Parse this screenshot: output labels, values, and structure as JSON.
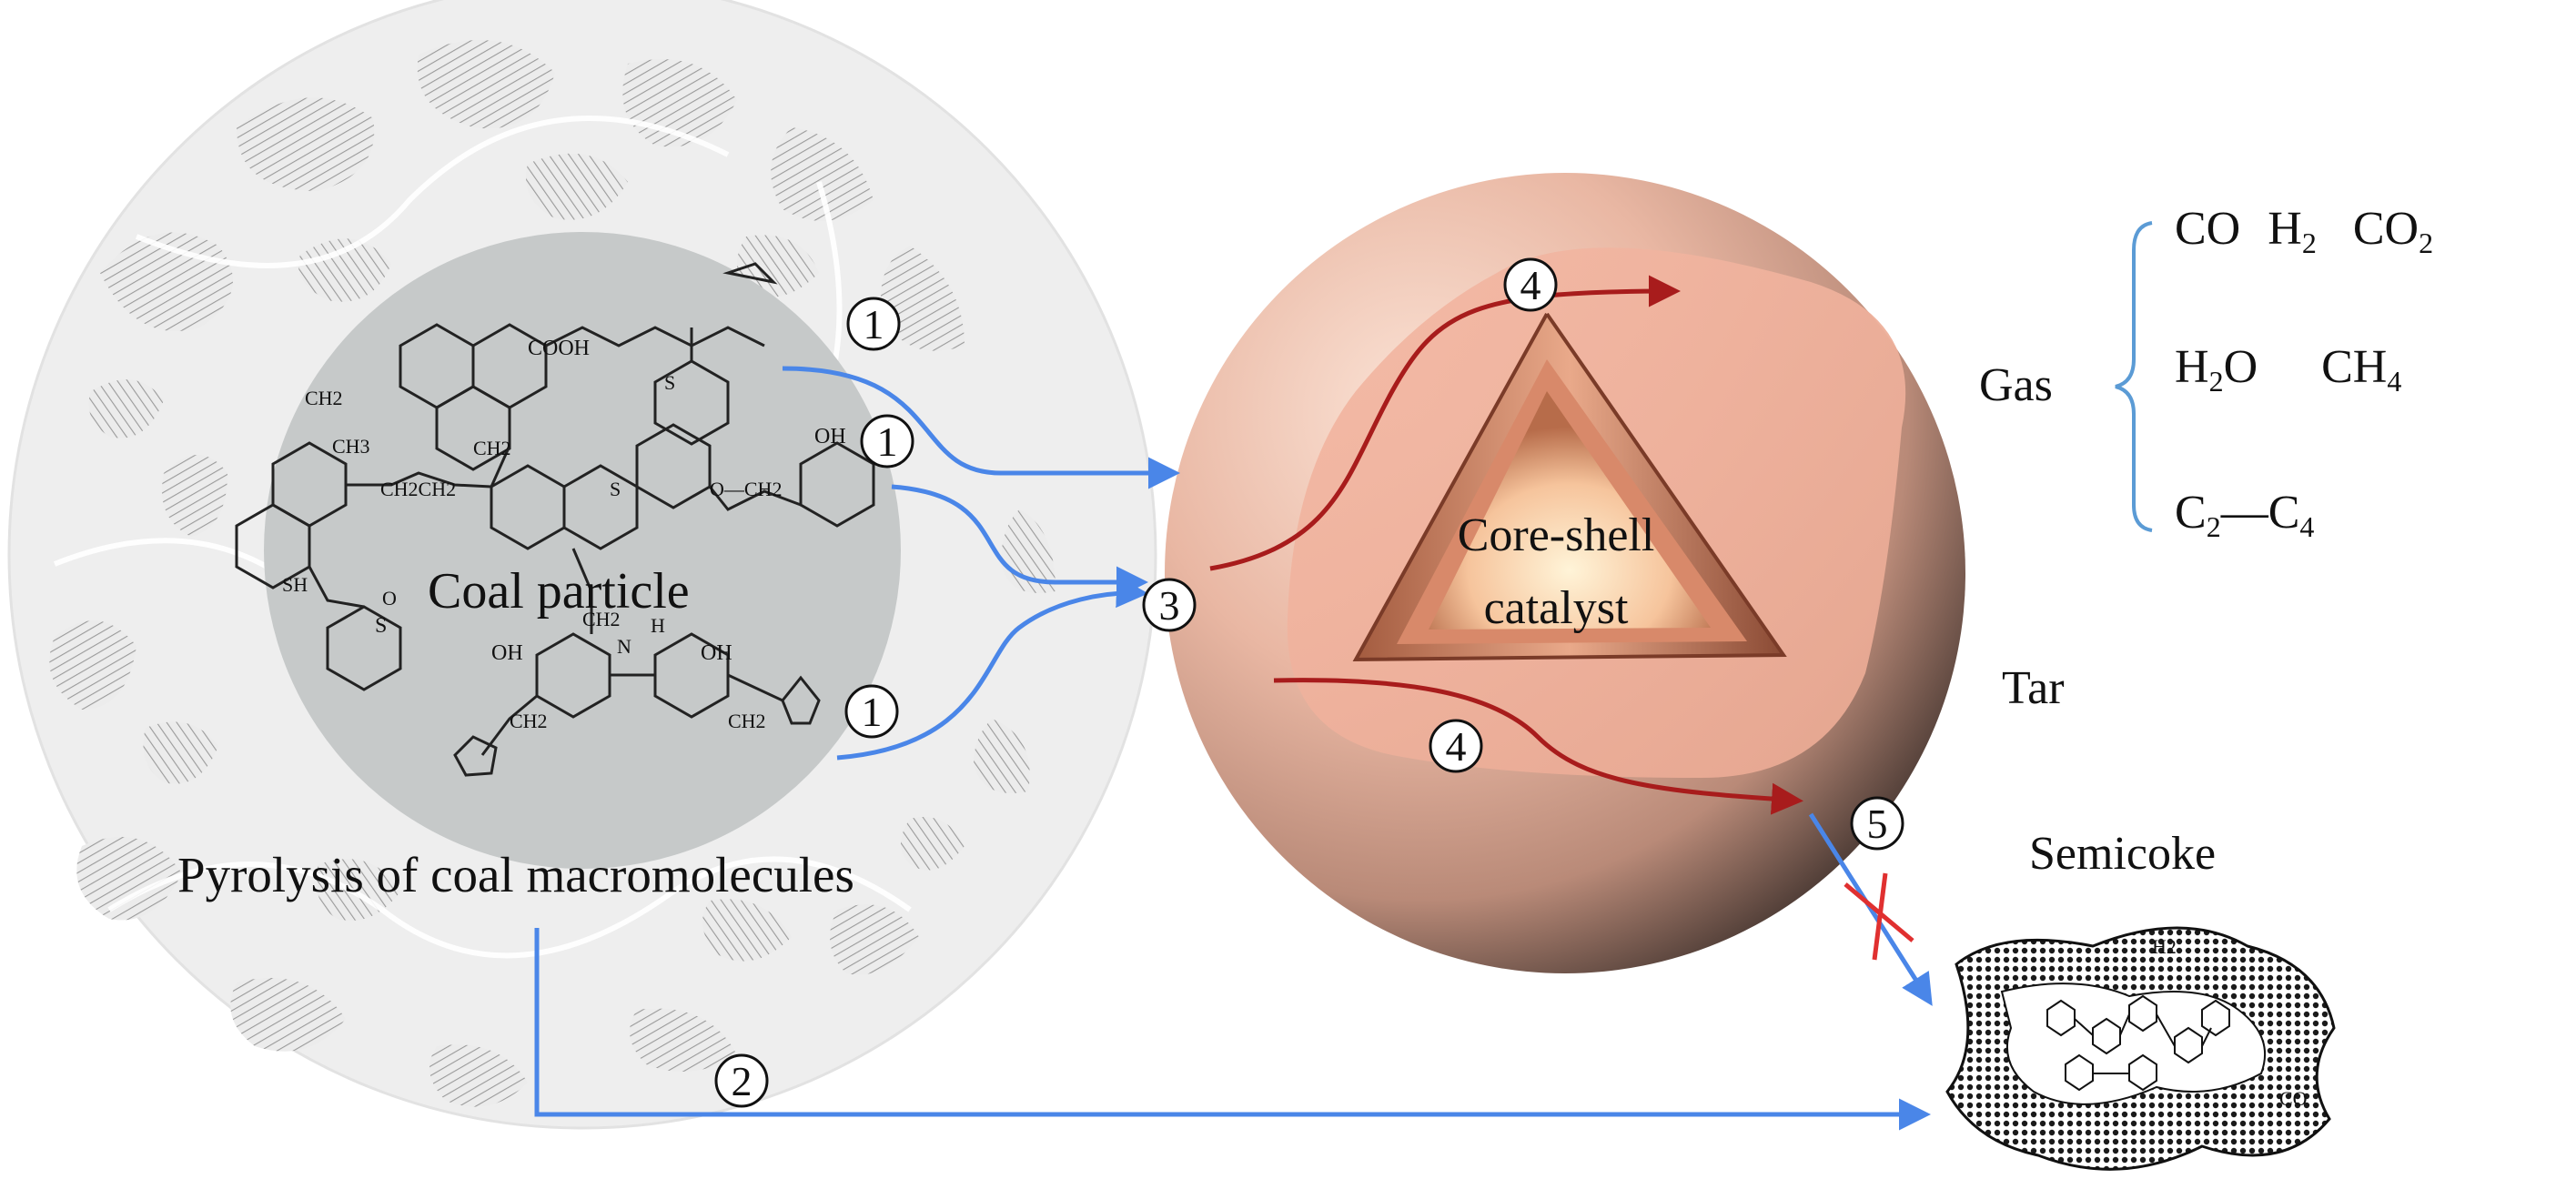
{
  "labels": {
    "coal_particle": "Coal particle",
    "pyrolysis": "Pyrolysis of coal macromolecules",
    "catalyst_line1": "Core-shell",
    "catalyst_line2": "catalyst",
    "gas": "Gas",
    "tar": "Tar",
    "semicoke": "Semicoke"
  },
  "gas_products": {
    "co": "CO",
    "h2": "H",
    "h2_sub": "2",
    "co2": "CO",
    "co2_sub": "2",
    "h2o_h": "H",
    "h2o_sub": "2",
    "h2o_o": "O",
    "ch4": "CH",
    "ch4_sub": "4",
    "c2": "C",
    "c2_sub": "2",
    "dash": "—",
    "c4": "C",
    "c4_sub": "4"
  },
  "steps": {
    "s1a": "1",
    "s1b": "1",
    "s1c": "1",
    "s2": "2",
    "s3": "3",
    "s4a": "4",
    "s4b": "4",
    "s5": "5"
  },
  "molecule_text": {
    "cooh": "COOH",
    "ch2": "CH2",
    "ch3": "CH3",
    "sh": "SH",
    "oh": "OH",
    "o": "O",
    "s": "S",
    "n": "N",
    "h": "H",
    "ch2ch2": "CH2CH2",
    "o_ch2": "O—CH2"
  },
  "semicoke_text": {
    "h2": "H2",
    "co": "CO"
  },
  "colors": {
    "blue_arrow": "#4a86e8",
    "red_arrow": "#a81c1c",
    "cross": "#e03030",
    "outer_ring": "#eeeeee",
    "coal_core": "#c6c9c9",
    "bracket": "#5b9bd5"
  }
}
